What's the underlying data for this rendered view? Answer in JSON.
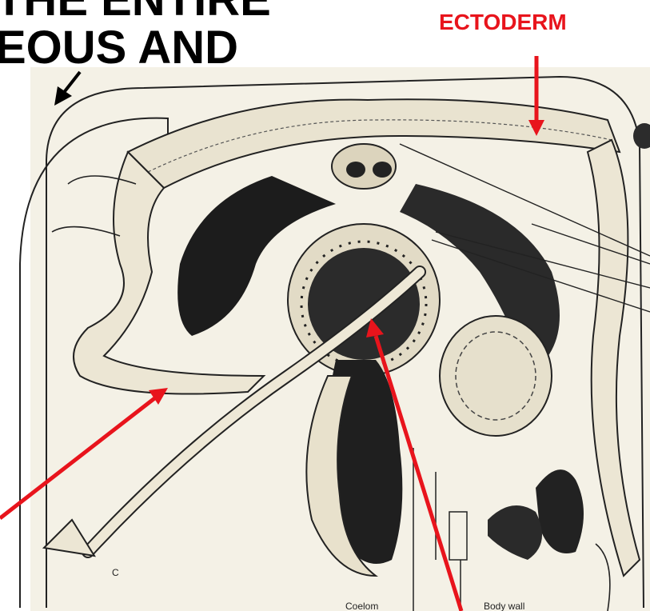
{
  "slide": {
    "title_line1": "THE ENTIRE",
    "title_line2": "EOUS AND",
    "callout_label": "ECTODERM",
    "accent_color": "#e8141c"
  },
  "drawing": {
    "panel_label": "C",
    "bottom_labels": [
      "Coelom",
      "Body wall"
    ]
  }
}
